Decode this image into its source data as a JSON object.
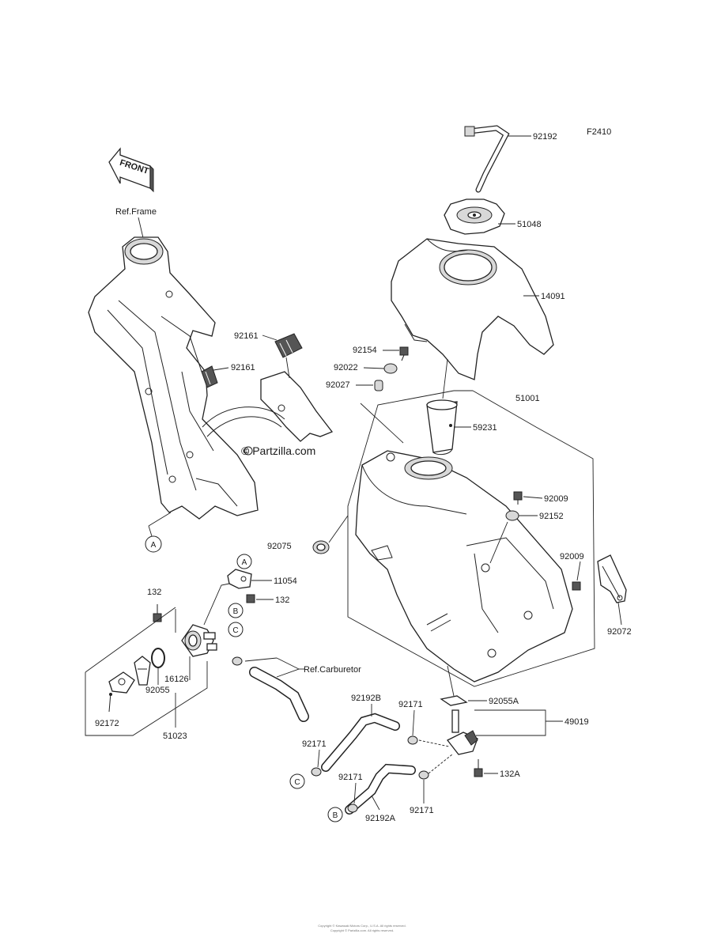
{
  "diagram": {
    "code": "F2410",
    "watermark": "© Partzilla.com",
    "front_label": "FRONT",
    "refs": {
      "frame": "Ref.Frame",
      "carburetor": "Ref.Carburetor"
    },
    "callouts": [
      "A",
      "A",
      "B",
      "B",
      "C",
      "C"
    ],
    "labels": {
      "p92192": "92192",
      "p51048": "51048",
      "p14091": "14091",
      "p92154": "92154",
      "p92022": "92022",
      "p92027": "92027",
      "p51001": "51001",
      "p59231": "59231",
      "p92161a": "92161",
      "p92161b": "92161",
      "p92009a": "92009",
      "p92152": "92152",
      "p92009b": "92009",
      "p92072": "92072",
      "p92075": "92075",
      "p11054": "11054",
      "p132a": "132",
      "p132b": "132",
      "p16126": "16126",
      "p92055": "92055",
      "p92172": "92172",
      "p51023": "51023",
      "p92055A": "92055A",
      "p49019": "49019",
      "p92192B": "92192B",
      "p92171a": "92171",
      "p92171b": "92171",
      "p92171c": "92171",
      "p92171d": "92171",
      "p132A": "132A",
      "p92192A": "92192A"
    },
    "footer": [
      "Copyright © Kawasaki Motors Corp., U.S.A. All rights reserved.",
      "Copyright © Partzilla.com. All rights reserved."
    ]
  }
}
